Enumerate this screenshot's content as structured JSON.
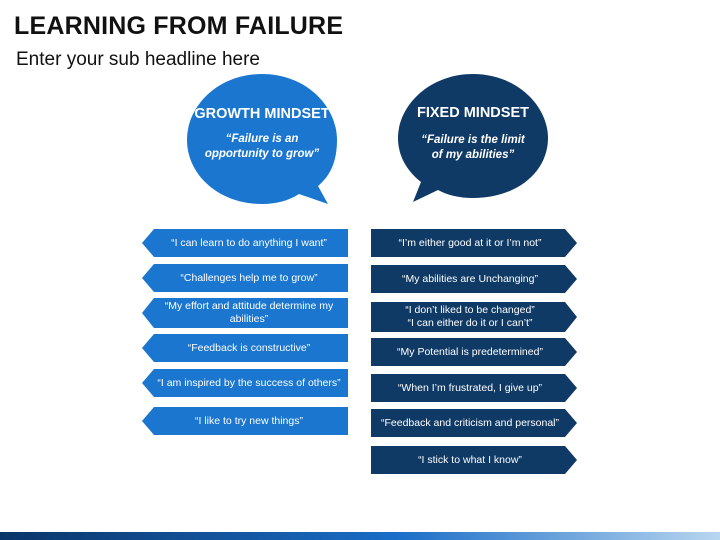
{
  "slide": {
    "title": "LEARNING FROM FAILURE",
    "subtitle": "Enter your sub headline here"
  },
  "growth": {
    "title": "GROWTH MINDSET",
    "quote_line1": "“Failure is an",
    "quote_line2": "opportunity to grow”",
    "color": "#1b76cf",
    "items": [
      "“I can learn to do anything I want”",
      "“Challenges help me to grow”",
      "“My effort and attitude determine my abilities”",
      "“Feedback is constructive”",
      "“I am inspired by the success of others”",
      "“I like to try new things”"
    ]
  },
  "fixed": {
    "title": "FIXED MINDSET",
    "quote_line1": "“Failure is the limit",
    "quote_line2": "of my abilities”",
    "color": "#103a66",
    "items": [
      "“I’m either good at it or I’m not”",
      "“My abilities are Unchanging”",
      "“I don’t liked to be changed”",
      "“I can either do it or I can’t”",
      "“My Potential is predetermined”",
      "“When I’m frustrated, I give up”",
      "“Feedback and criticism and personal”",
      "“I stick to what I know”"
    ]
  }
}
